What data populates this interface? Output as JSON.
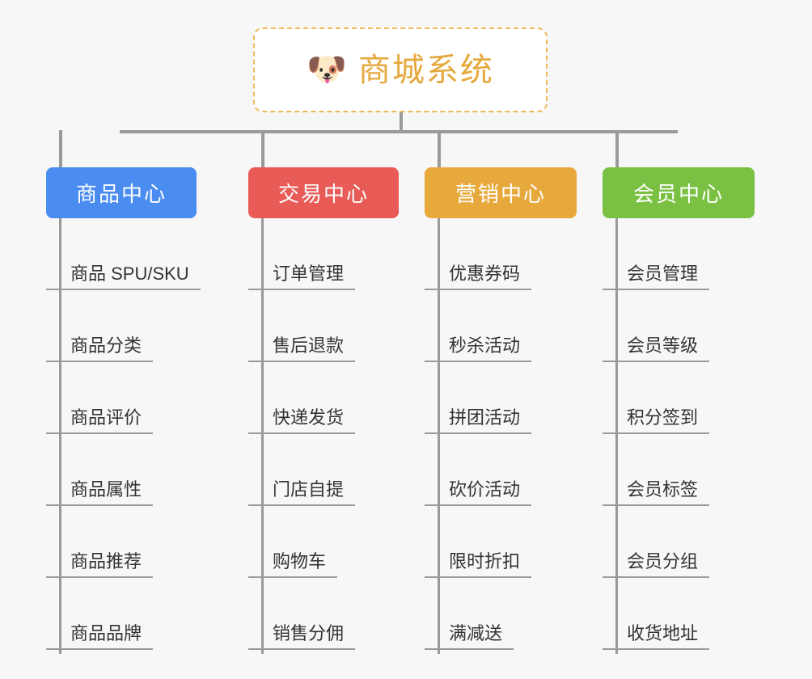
{
  "background_color": "#f7f7f7",
  "root": {
    "icon": "dog-face-emoji",
    "emoji": "🐶",
    "title": "商城系统",
    "title_color": "#e5a93d",
    "border_color": "#f0b95a"
  },
  "connector_color": "#9a9a9a",
  "columns": [
    {
      "label": "商品中心",
      "color": "#4a8cf0",
      "items": [
        "商品 SPU/SKU",
        "商品分类",
        "商品评价",
        "商品属性",
        "商品推荐",
        "商品品牌"
      ]
    },
    {
      "label": "交易中心",
      "color": "#e85b57",
      "items": [
        "订单管理",
        "售后退款",
        "快递发货",
        "门店自提",
        "购物车",
        "销售分佣"
      ]
    },
    {
      "label": "营销中心",
      "color": "#e8a93c",
      "items": [
        "优惠券码",
        "秒杀活动",
        "拼团活动",
        "砍价活动",
        "限时折扣",
        "满减送"
      ]
    },
    {
      "label": "会员中心",
      "color": "#7ac143",
      "items": [
        "会员管理",
        "会员等级",
        "积分签到",
        "会员标签",
        "会员分组",
        "收货地址"
      ]
    }
  ]
}
